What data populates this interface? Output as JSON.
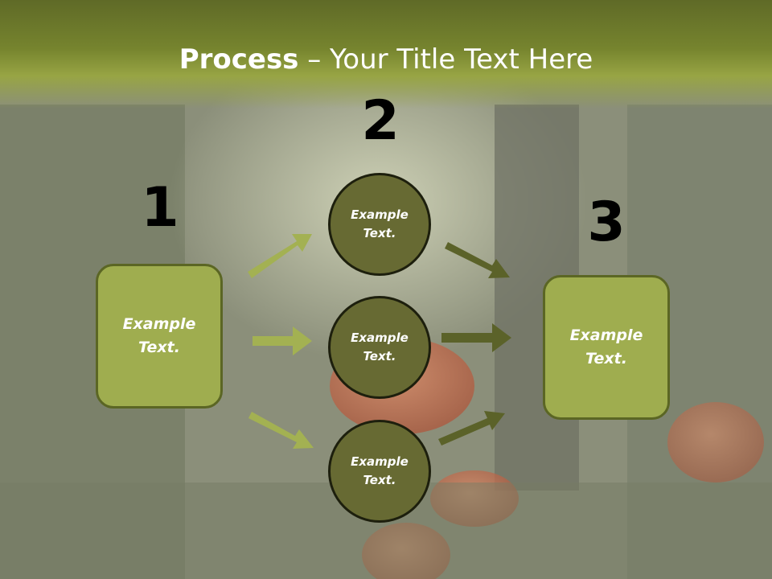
{
  "slide": {
    "title_bold": "Process",
    "title_rest": " – Your Title Text Here",
    "step_numbers": [
      "1",
      "2",
      "3"
    ],
    "box_left_text": "Example\nText.",
    "box_right_text": "Example\nText.",
    "circle_top_text": "Example\nText.",
    "circle_middle_text": "Example\nText.",
    "circle_bottom_text": "Example\nText."
  },
  "colors": {
    "title_bar": "#76842e",
    "box_fill": "#9fad4f",
    "box_border": "#5b6624",
    "circle_fill": "#676a33",
    "circle_border": "#1d1f0d",
    "arrow_in": "#a3b152",
    "arrow_out": "#5b6229"
  },
  "background": {
    "description_icon": "forest-mushroom-background"
  }
}
